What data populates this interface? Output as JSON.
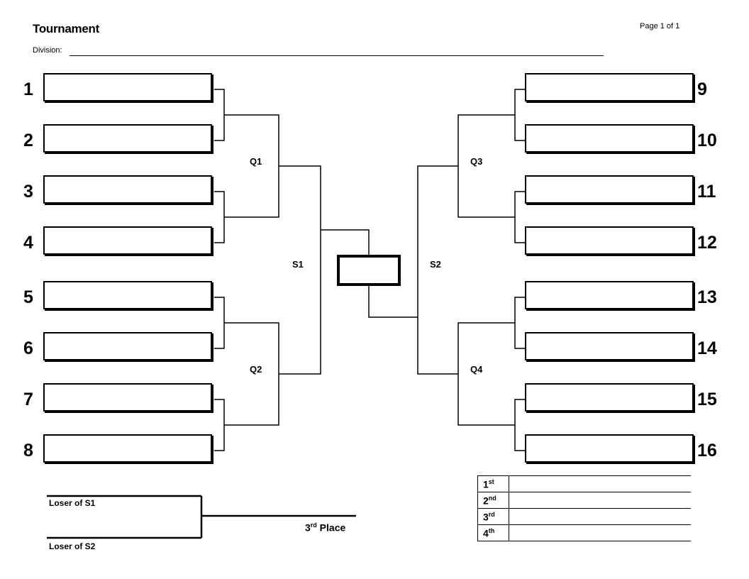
{
  "header": {
    "title": "Tournament",
    "page": "Page 1 of 1",
    "division_label": "Division: "
  },
  "left_seeds": [
    "1",
    "2",
    "3",
    "4",
    "5",
    "6",
    "7",
    "8"
  ],
  "right_seeds": [
    "9",
    "10",
    "11",
    "12",
    "13",
    "14",
    "15",
    "16"
  ],
  "rounds": {
    "q1": "Q1",
    "q2": "Q2",
    "q3": "Q3",
    "q4": "Q4",
    "s1": "S1",
    "s2": "S2"
  },
  "third_place": {
    "loser_s1": "Loser of S1",
    "loser_s2": "Loser of S2",
    "label_num": "3",
    "label_sup": "rd",
    "label_text": " Place"
  },
  "places": [
    {
      "num": "1",
      "sup": "st"
    },
    {
      "num": "2",
      "sup": "nd"
    },
    {
      "num": "3",
      "sup": "rd"
    },
    {
      "num": "4",
      "sup": "th"
    }
  ]
}
